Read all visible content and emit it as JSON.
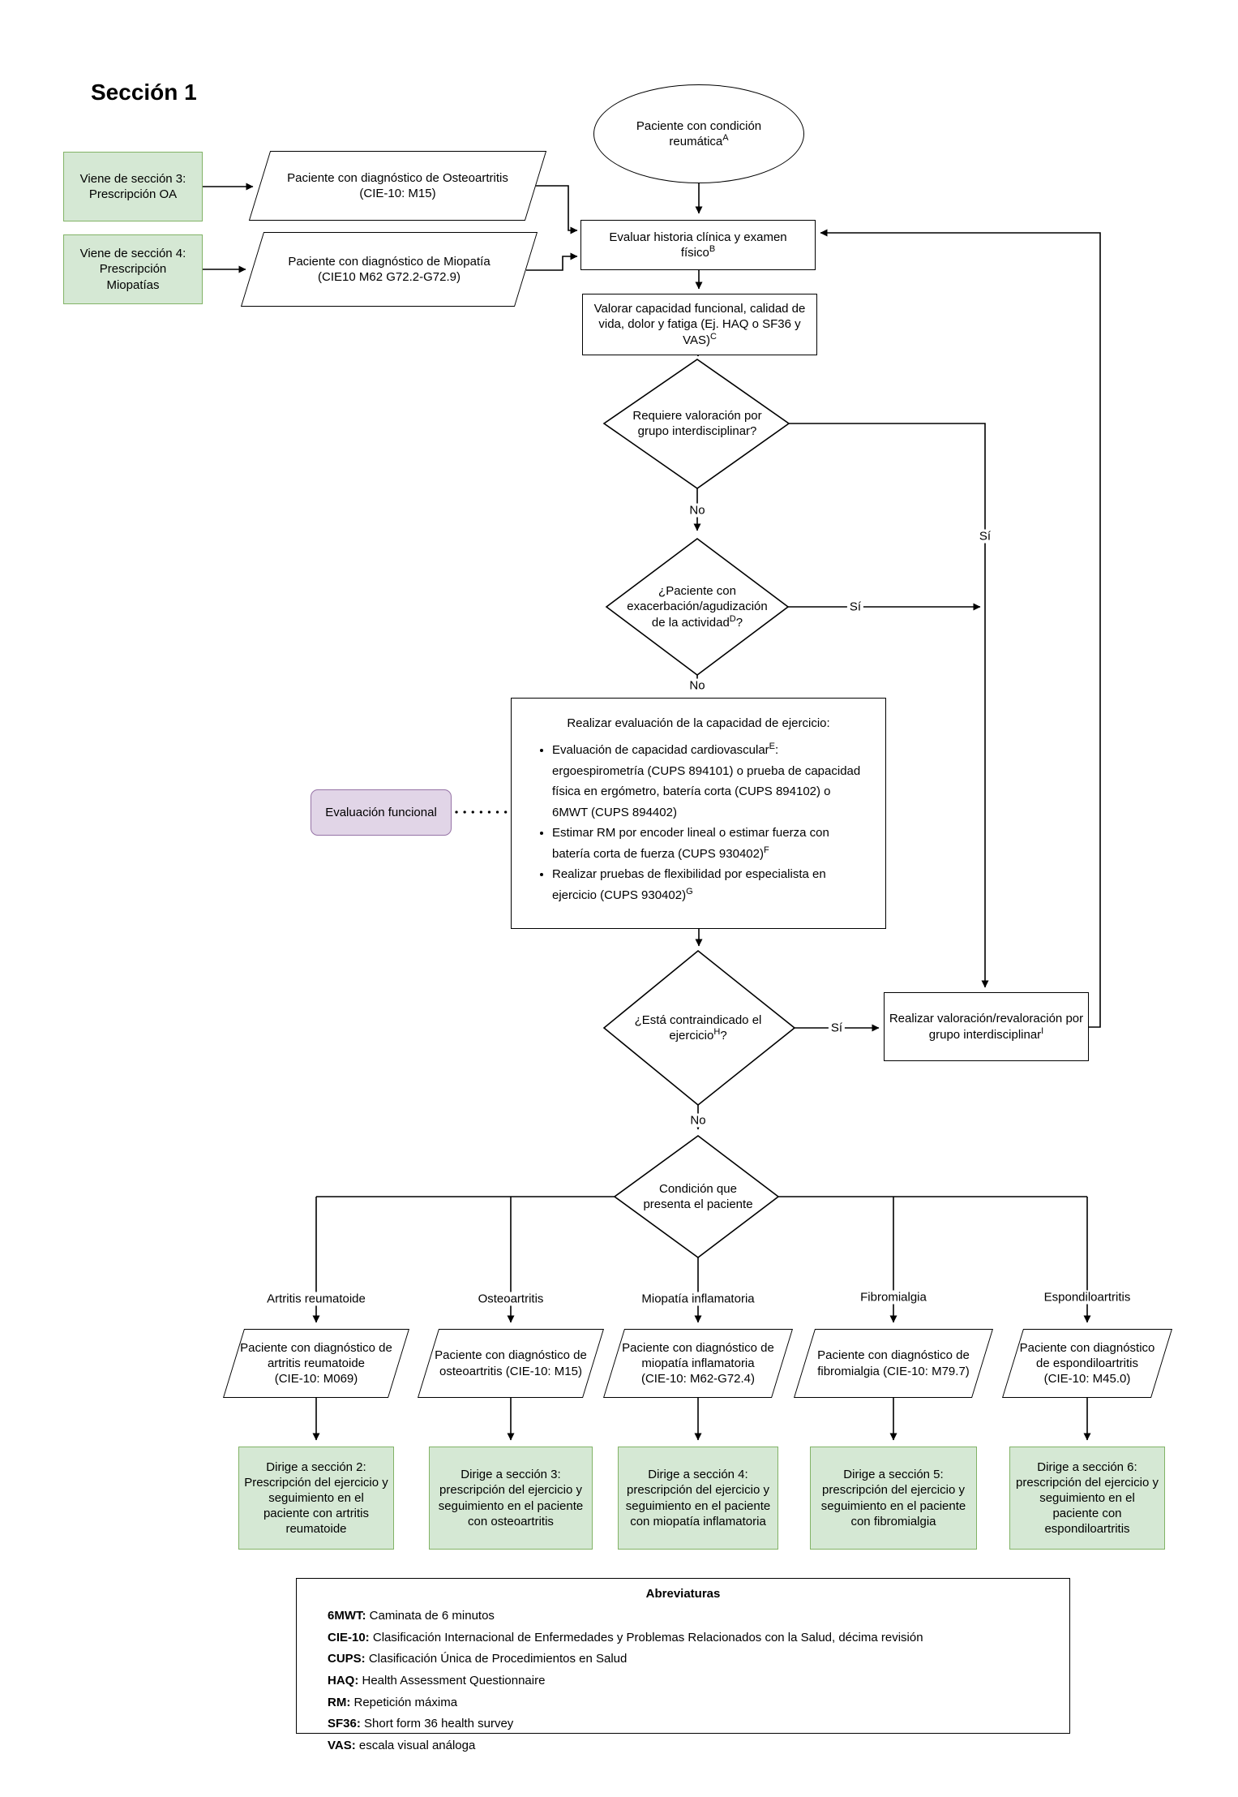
{
  "page": {
    "title": "Sección 1"
  },
  "colors": {
    "green_fill": "#d5e8d4",
    "green_border": "#82b366",
    "purple_fill": "#e1d5e7",
    "purple_border": "#9673a6",
    "line": "#000000"
  },
  "labels": {
    "yes": "Sí",
    "no": "No"
  },
  "nodes": {
    "start": {
      "text": "Paciente con condición reumática",
      "sup": "A"
    },
    "note_oa": {
      "text": "Viene de sección 3: Prescripción OA"
    },
    "note_myo": {
      "text": "Viene de sección 4: Prescripción Miopatías"
    },
    "input_oa": {
      "text": "Paciente con diagnóstico de Osteoartritis",
      "code": "(CIE-10: M15)"
    },
    "input_myo": {
      "text": "Paciente con diagnóstico de Miopatía",
      "code": "(CIE10 M62 G72.2-G72.9)"
    },
    "evaluate": {
      "pre": "Evaluar historia clínica y examen físico",
      "sup": "B"
    },
    "assess": {
      "pre": "Valorar capacidad funcional, calidad de vida, dolor y fatiga (Ej. HAQ o SF36 y VAS)",
      "sup": "C"
    },
    "d_interdisciplinary": {
      "text": "Requiere valoración por grupo interdisciplinar?"
    },
    "d_exacerbation": {
      "pre": "¿Paciente con exacerbación/agudización de la actividad",
      "sup": "D",
      "post": "?"
    },
    "exercise_eval": {
      "title": "Realizar evaluación de la capacidad de ejercicio:",
      "bullets": [
        {
          "pre": "Evaluación de capacidad cardiovascular",
          "sup": "E",
          "post": ": ergoespirometría (CUPS 894101) o prueba de capacidad física en ergómetro, batería corta (CUPS 894102) o 6MWT (CUPS 894402)"
        },
        {
          "pre": "Estimar RM por encoder lineal o estimar fuerza con batería corta de fuerza (CUPS 930402)",
          "sup": "F",
          "post": ""
        },
        {
          "pre": "Realizar pruebas de flexibilidad por especialista en ejercicio (CUPS 930402)",
          "sup": "G",
          "post": ""
        }
      ]
    },
    "functional_label": {
      "text": "Evaluación funcional"
    },
    "d_contraindicated": {
      "pre": "¿Está contraindicado el ejercicio",
      "sup": "H",
      "post": "?"
    },
    "revaloration": {
      "pre": "Realizar valoración/revaloración por grupo interdisciplinar",
      "sup": "I"
    },
    "d_condition": {
      "text": "Condición que presenta el paciente"
    }
  },
  "branches": [
    {
      "label": "Artritis reumatoide",
      "diagnosis": "Paciente con diagnóstico de artritis reumatoide",
      "code": "(CIE-10: M069)",
      "action": "Dirige a sección 2: Prescripción del ejercicio y seguimiento en el paciente con artritis reumatoide"
    },
    {
      "label": "Osteoartritis",
      "diagnosis": "Paciente con diagnóstico de osteoartritis",
      "code": "(CIE-10: M15)",
      "action": "Dirige a sección 3: prescripción del ejercicio y seguimiento en el paciente con osteoartritis"
    },
    {
      "label": "Miopatía inflamatoria",
      "diagnosis": "Paciente con diagnóstico de miopatía inflamatoria",
      "code": "(CIE-10: M62-G72.4)",
      "action": "Dirige a sección 4: prescripción del ejercicio y seguimiento en el paciente con miopatía inflamatoria"
    },
    {
      "label": "Fibromialgia",
      "diagnosis": "Paciente con diagnóstico de fibromialgia",
      "code": "(CIE-10: M79.7)",
      "action": "Dirige a sección 5: prescripción del ejercicio y seguimiento en el paciente con fibromialgia"
    },
    {
      "label": "Espondiloartritis",
      "diagnosis": "Paciente con diagnóstico de espondiloartritis",
      "code": "(CIE-10: M45.0)",
      "action": "Dirige a sección 6: prescripción del ejercicio y seguimiento en el paciente con espondiloartritis"
    }
  ],
  "abbreviations": {
    "title": "Abreviaturas",
    "items": [
      {
        "abbr": "6MWT:",
        "desc": " Caminata de 6 minutos"
      },
      {
        "abbr": "CIE-10:",
        "desc": " Clasificación Internacional de Enfermedades y Problemas Relacionados con la Salud, décima revisión"
      },
      {
        "abbr": "CUPS:",
        "desc": " Clasificación Única de Procedimientos en Salud"
      },
      {
        "abbr": "HAQ:",
        "desc": " Health Assessment Questionnaire"
      },
      {
        "abbr": "RM:",
        "desc": " Repetición máxima"
      },
      {
        "abbr": "SF36:",
        "desc": " Short form 36 health survey"
      },
      {
        "abbr": "VAS:",
        "desc": " escala visual análoga"
      }
    ]
  }
}
